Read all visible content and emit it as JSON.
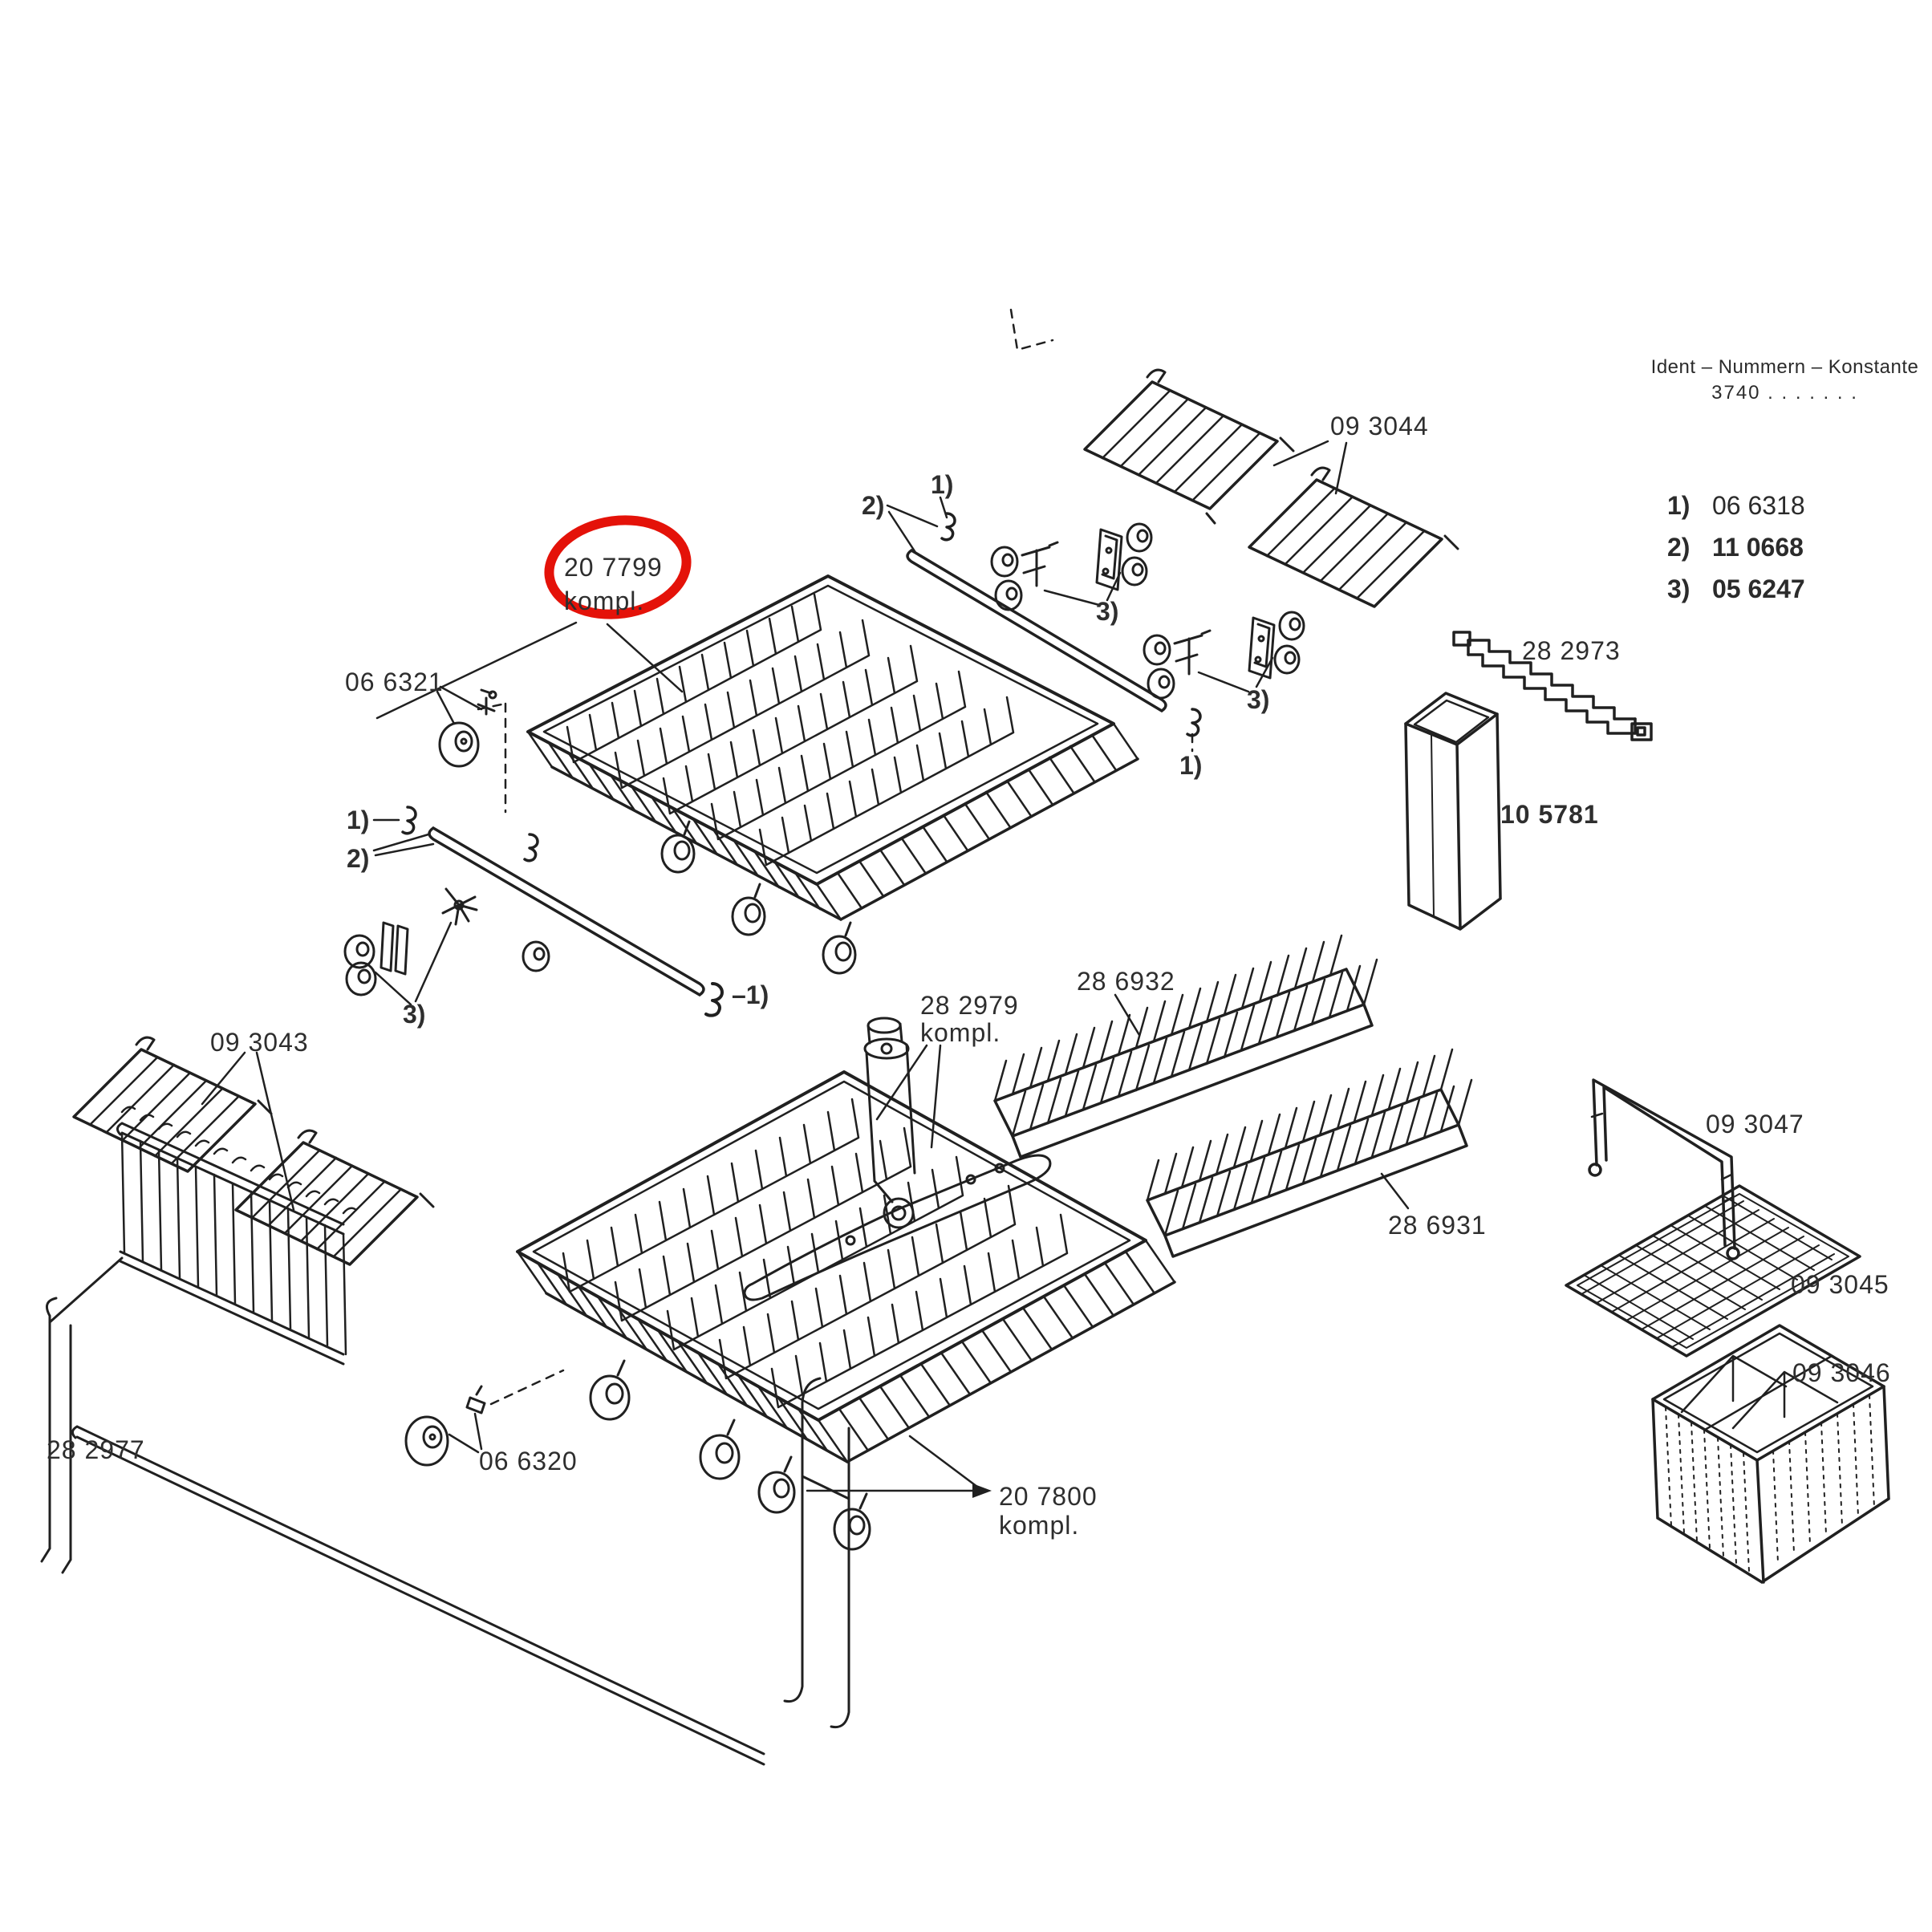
{
  "document": {
    "kind": "exploded-spare-parts-diagram",
    "ident_line1": "Ident – Nummern – Konstante",
    "ident_line2": "3740 . .    . . . . ."
  },
  "legend": {
    "items": [
      {
        "ref": "1)",
        "number": "06 6318"
      },
      {
        "ref": "2)",
        "number": "11 0668"
      },
      {
        "ref": "3)",
        "number": "05 6247"
      }
    ]
  },
  "parts": {
    "upper_basket": {
      "number": "20 7799",
      "suffix": "kompl."
    },
    "upper_roller": {
      "number": "06 6321"
    },
    "cup_rack_upper": {
      "number": "09 3044"
    },
    "step_strip": {
      "number": "28 2973"
    },
    "sleeve": {
      "number": "10 5781"
    },
    "spray_arm": {
      "number": "28 2979",
      "suffix": "kompl."
    },
    "plate_insert_front": {
      "number": "28 6932"
    },
    "plate_insert_rear": {
      "number": "28 6931"
    },
    "handle": {
      "number": "09 3047"
    },
    "lid": {
      "number": "09 3045"
    },
    "cutlery_basket": {
      "number": "09 3046"
    },
    "cup_rack_lower": {
      "number": "09 3043"
    },
    "side_rack": {
      "number": "28 2977"
    },
    "lower_roller": {
      "number": "06 6320"
    },
    "lower_basket": {
      "number": "20 7800",
      "suffix": "kompl."
    }
  },
  "callouts": {
    "c1": "1)",
    "c2": "2)",
    "c3": "3)",
    "rail_end": "–1)"
  },
  "colors": {
    "highlight": "#e41209",
    "ink": "#202020"
  }
}
